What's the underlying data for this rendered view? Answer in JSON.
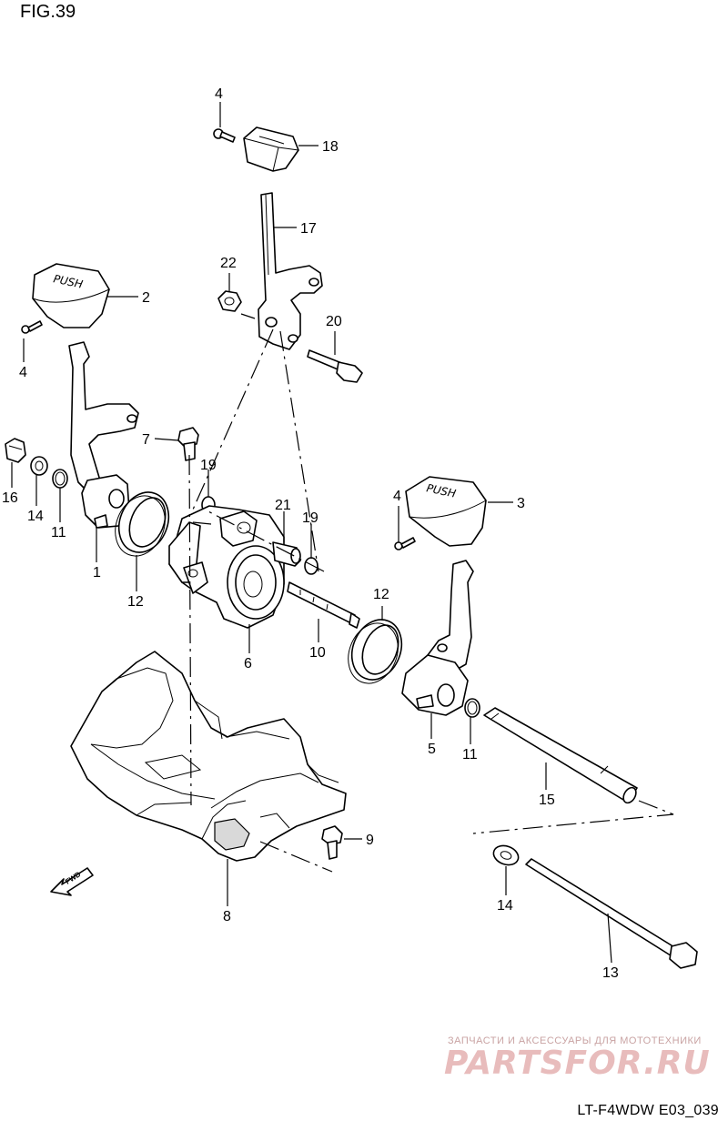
{
  "figure_title": "FIG.39",
  "footer_code": "LT-F4WDW E03_039",
  "watermark": {
    "tagline": "ЗАПЧАСТИ И АКСЕССУАРЫ ДЛЯ МОТОТЕХНИКИ",
    "logo": "PARTSFOR.RU"
  },
  "direction_badge": "FWD",
  "knob_marking": "PUSH",
  "callouts": [
    {
      "id": "c4a",
      "text": "4"
    },
    {
      "id": "c18",
      "text": "18"
    },
    {
      "id": "c17",
      "text": "17"
    },
    {
      "id": "c22",
      "text": "22"
    },
    {
      "id": "c2",
      "text": "2"
    },
    {
      "id": "c20",
      "text": "20"
    },
    {
      "id": "c4b",
      "text": "4"
    },
    {
      "id": "c7",
      "text": "7"
    },
    {
      "id": "c19a",
      "text": "19"
    },
    {
      "id": "c21",
      "text": "21"
    },
    {
      "id": "c19b",
      "text": "19"
    },
    {
      "id": "c4c",
      "text": "4"
    },
    {
      "id": "c3",
      "text": "3"
    },
    {
      "id": "c16",
      "text": "16"
    },
    {
      "id": "c14a",
      "text": "14"
    },
    {
      "id": "c11a",
      "text": "11"
    },
    {
      "id": "c1",
      "text": "1"
    },
    {
      "id": "c12a",
      "text": "12"
    },
    {
      "id": "c6",
      "text": "6"
    },
    {
      "id": "c10",
      "text": "10"
    },
    {
      "id": "c12b",
      "text": "12"
    },
    {
      "id": "c5",
      "text": "5"
    },
    {
      "id": "c11b",
      "text": "11"
    },
    {
      "id": "c15",
      "text": "15"
    },
    {
      "id": "c9",
      "text": "9"
    },
    {
      "id": "c14b",
      "text": "14"
    },
    {
      "id": "c8",
      "text": "8"
    },
    {
      "id": "c13",
      "text": "13"
    }
  ]
}
